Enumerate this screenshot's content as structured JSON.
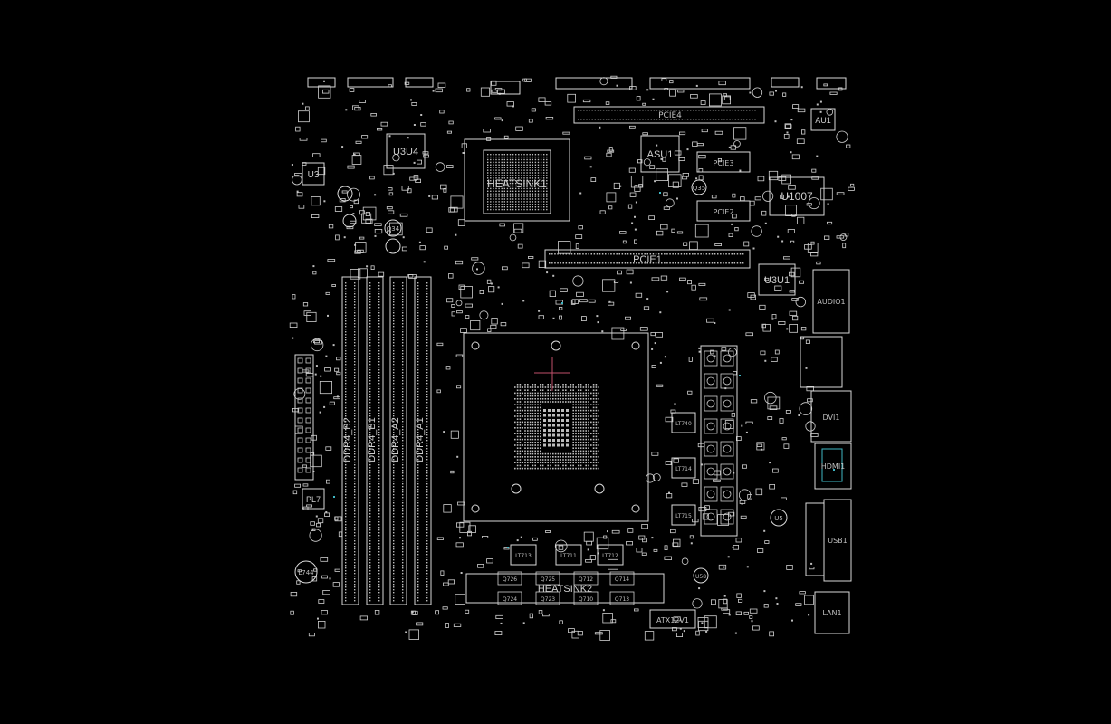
{
  "viewer": {
    "background": "#000000",
    "outline_color": "#d9d9d9",
    "marker_color": "#c0506a",
    "highlight_color": "#3fb7c4"
  },
  "labels": {
    "u3u4": "U3U4",
    "u3": "U3",
    "q34": "Q34",
    "q35": "Q35",
    "heatsink_top": "HEATSINK1",
    "asu1": "ASU1",
    "au1": "AU1",
    "u1007": "U1007",
    "u3u1": "U3U1",
    "pcie1": "PCIE1",
    "pcie2": "PCIE2",
    "pcie3": "PCIE3",
    "pcie4": "PCIE4",
    "dimm_b2": "DDR4_B2",
    "dimm_b1": "DDR4_B1",
    "dimm_a2": "DDR4_A2",
    "dimm_a1": "DDR4_A1",
    "pl7": "PL7",
    "l744": "L744",
    "heatsink_bottom": "HEATSINK2",
    "atx12v1": "ATX12V1",
    "u58": "U58",
    "u5": "U5",
    "lt740": "LT740",
    "lt714": "LT714",
    "lt715": "LT715",
    "lt711": "LT711",
    "lt712": "LT712",
    "lt713": "LT713",
    "q726": "Q726",
    "q725": "Q725",
    "q724": "Q724",
    "q723": "Q723",
    "q712": "Q712",
    "q714": "Q714",
    "q710": "Q710",
    "q713": "Q713",
    "lan1": "LAN1",
    "usb1": "USB1",
    "hdmi1": "HDMI1",
    "dvi1": "DVI1",
    "audio1": "AUDIO1"
  }
}
